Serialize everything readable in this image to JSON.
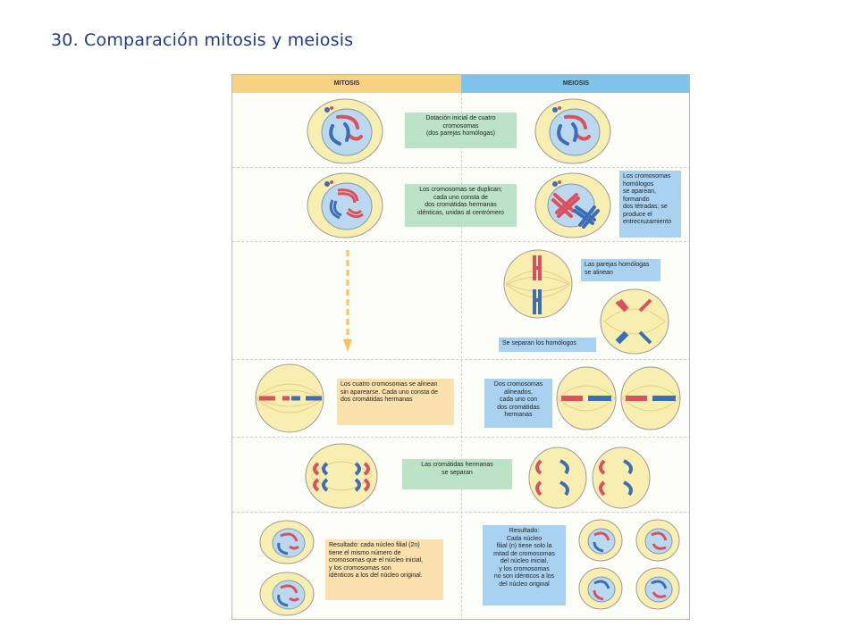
{
  "slide": {
    "title": "30. Comparación mitosis y meiosis"
  },
  "columns": {
    "mitosis": "MITOSIS",
    "meiosis": "MEIOSIS"
  },
  "labels": {
    "initial": "Dotación inicial de cuatro\ncromosomas\n(dos parejas homólogas)",
    "duplicate": "Los cromosomas se duplican;\ncada uno consta de\ndos cromátidas hermanas\nidénticas, unidas al centrómero",
    "tetrads": "Los cromosomas\nhomólogos\nse aparean,\nformando\ndos tétradas; se\nproduce el\nentrecruzamiento",
    "pairs_align": "Las parejas homólogas\nse alinean",
    "homologs_separate": "Se separan los homólogos",
    "mitosis_align": "Los cuatro cromosomas se alinean\nsin aparearse. Cada uno consta de\ndos cromátidas hermanas",
    "meiosis_align": "Dos cromosomas\nalineados,\ncada uno con\ndos cromátidas\nhermanas",
    "chromatids_separate": "Las cromátidas hermanas\nse separan",
    "mitosis_result": "Resultado: cada núcleo filial (2n)\ntiene el mismo número de\ncromosomas que el núcleo inicial,\ny  los cromosomas son\nidénticos a los del núcleo original.",
    "meiosis_result": "Resultado:\nCada núcleo\nfilial (n) tiene solo la\nmitad de cromosomas\ndel núcleo inicial,\ny los cromosomas\nno son idénticos a los\ndel núcleo original"
  },
  "colors": {
    "mitosis_header": "#f7d283",
    "meiosis_header": "#7ec3ea",
    "label_green": "#bde3c6",
    "label_blue": "#a9d2f0",
    "label_yellow": "#f9e0ad",
    "cell_cytoplasm": "#f8eeb0",
    "nucleus": "#bcd8ee",
    "chromosome_red": "#d9505e",
    "chromosome_blue": "#3a6fb8",
    "arrow": "#f7c45c"
  }
}
